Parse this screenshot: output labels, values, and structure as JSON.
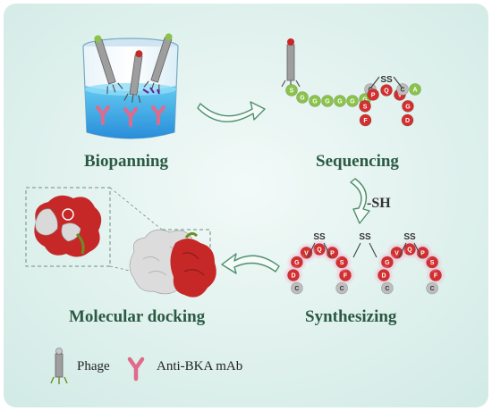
{
  "colors": {
    "background": "#dff0ec",
    "label_text": "#2b5a43",
    "residue_green": "#8bc34a",
    "residue_red": "#d32f2f",
    "residue_grey": "#bdbdbd",
    "halo_pink": "#f5b6cf",
    "protein_red": "#c62828",
    "protein_grey": "#d9d9d9"
  },
  "steps": {
    "biopanning": "Biopanning",
    "sequencing": "Sequencing",
    "synthesizing": "Synthesizing",
    "docking": "Molecular docking"
  },
  "reaction_label": "-SH",
  "sequence": {
    "linker": [
      "S",
      "G",
      "G",
      "G",
      "G",
      "G",
      "G",
      "C"
    ],
    "loop": [
      "F",
      "S",
      "P",
      "Q",
      "V",
      "G",
      "D"
    ],
    "terminal": [
      "C",
      "A"
    ],
    "bridge": "SS"
  },
  "dimer": {
    "loop": [
      "C",
      "F",
      "S",
      "P",
      "Q",
      "V",
      "G",
      "D",
      "C"
    ],
    "bridges": [
      "SS",
      "SS",
      "SS"
    ]
  },
  "legend": {
    "phage": "Phage",
    "antibody": "Anti-BKA mAb"
  }
}
